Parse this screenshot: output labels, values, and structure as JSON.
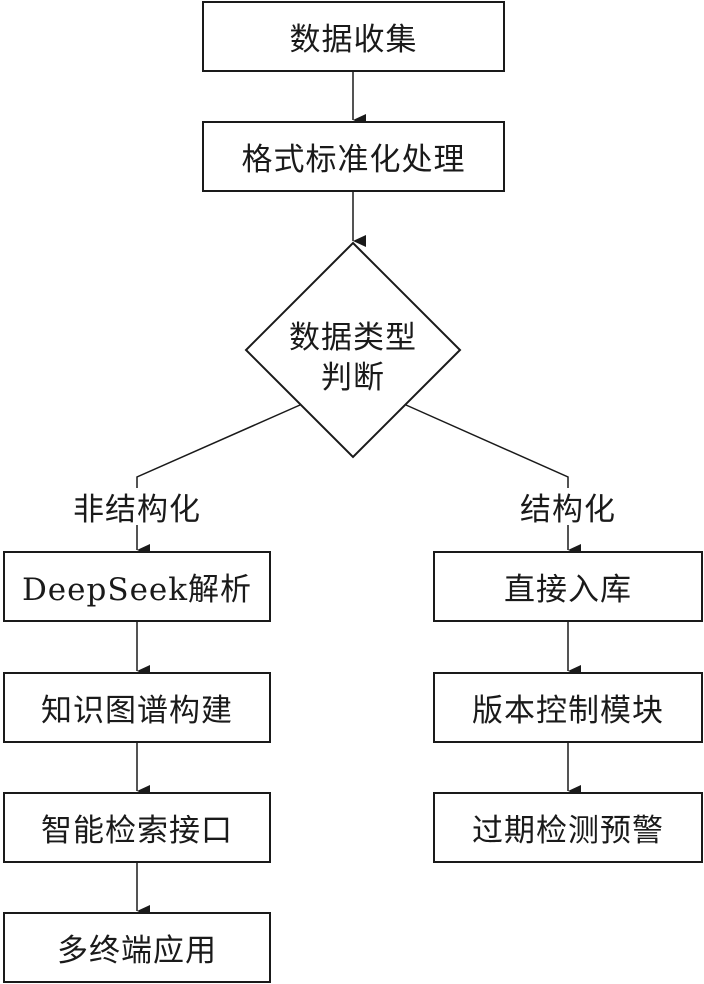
{
  "nodes": {
    "data_collection": "数据收集",
    "format_standardization": "格式标准化处理",
    "type_decision_line1": "数据类型",
    "type_decision_line2": "判断",
    "deepseek_parsing": "DeepSeek解析",
    "knowledge_graph": "知识图谱构建",
    "smart_search_api": "智能检索接口",
    "multi_terminal_app": "多终端应用",
    "direct_storage": "直接入库",
    "version_control": "版本控制模块",
    "expiry_warning": "过期检测预警"
  },
  "edge_labels": {
    "unstructured": "非结构化",
    "structured": "结构化"
  },
  "colors": {
    "stroke": "#1a1a1a",
    "background": "#ffffff"
  }
}
